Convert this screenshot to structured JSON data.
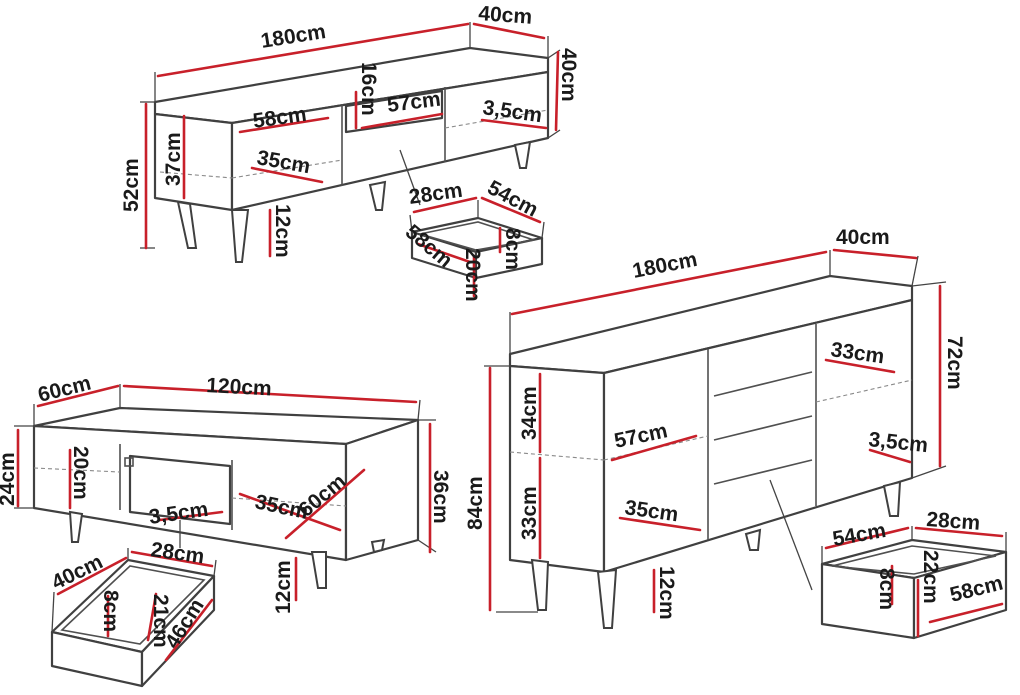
{
  "tv_unit": {
    "width": "180cm",
    "depth": "40cm",
    "height": "52cm",
    "shelf_height": "37cm",
    "shelf_width": "58cm",
    "shelf_depth": "35cm",
    "leg_height": "12cm",
    "middle_height": "16cm",
    "middle_width": "57cm",
    "top_thickness": "3,5cm",
    "drawer": {
      "width": "28cm",
      "length": "54cm",
      "depth": "58cm",
      "inner_height": "8cm",
      "height": "20cm"
    }
  },
  "sideboard": {
    "width": "180cm",
    "depth": "40cm",
    "height": "84cm",
    "body_height": "72cm",
    "upper_shelf": "34cm",
    "lower_shelf": "33cm",
    "inner_width": "57cm",
    "inner_depth": "35cm",
    "side_depth": "33cm",
    "top_thickness": "3,5cm",
    "leg_height": "12cm",
    "drawer": {
      "length": "54cm",
      "width": "28cm",
      "inner_height": "8cm",
      "height": "22cm",
      "depth": "58cm"
    }
  },
  "coffee_table": {
    "depth": "60cm",
    "width": "120cm",
    "height": "24cm",
    "inner_height": "20cm",
    "total_height": "36cm",
    "top_thickness": "3,5cm",
    "inner_width": "35cm",
    "inner_depth": "60cm",
    "leg_height": "12cm",
    "drawer": {
      "length": "40cm",
      "width": "28cm",
      "inner_height": "8cm",
      "height": "21cm",
      "depth": "46cm"
    }
  }
}
